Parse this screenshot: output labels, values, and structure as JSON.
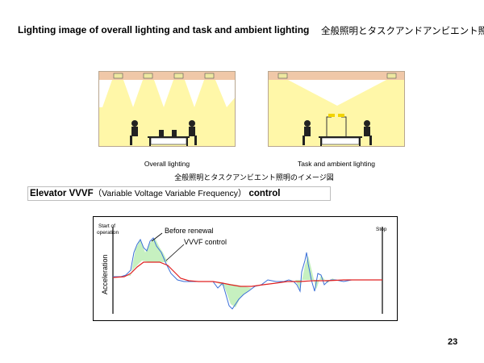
{
  "header": {
    "title": "Lighting image of overall lighting and task and ambient lighting",
    "title_jp": "全般照明とタスクアンドアンビエント照明"
  },
  "lighting": {
    "left_caption": "Overall lighting",
    "right_caption": "Task and ambient lighting",
    "caption_jp": "全般照明とタスクアンビエント照明のイメージ図"
  },
  "vvvf": {
    "title_bold": "Elevator VVVF",
    "title_paren": "（Variable Voltage Variable Frequency）",
    "title_tail": "control"
  },
  "graph": {
    "start_label_1": "Start of",
    "start_label_2": "operation",
    "stop_label": "Stop",
    "y_label": "Acceleration",
    "before_label": "Before renewal",
    "vvvf_label": "VVVF control",
    "colors": {
      "before": "#3a6fd8",
      "vvvf": "#e02020",
      "fill": "#c6f0c0"
    }
  },
  "page_number": "23"
}
